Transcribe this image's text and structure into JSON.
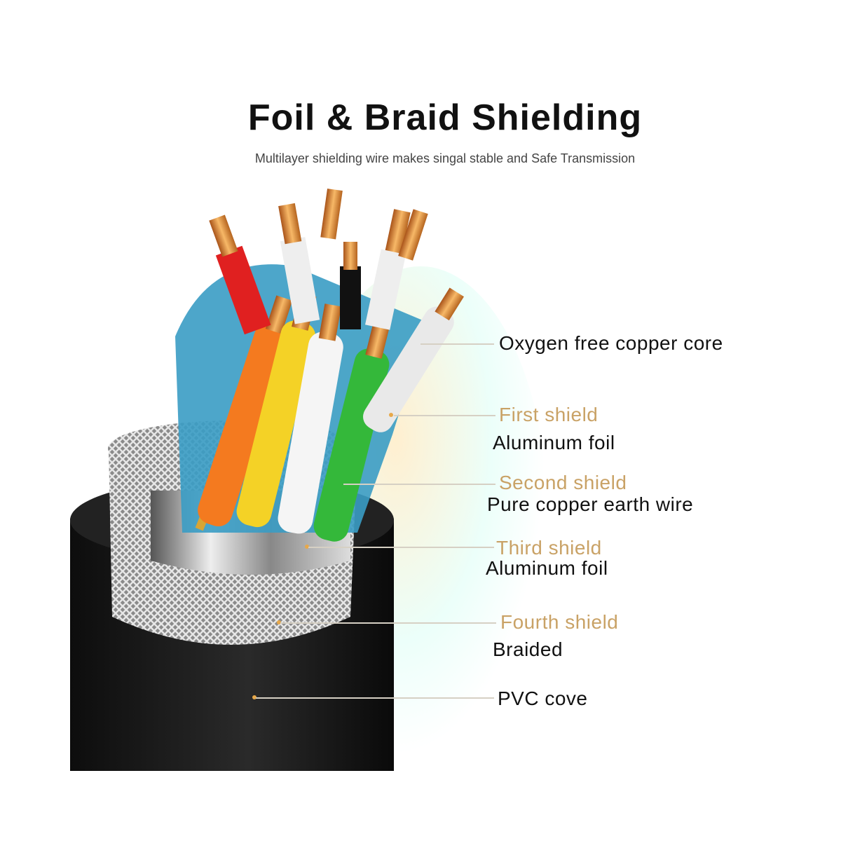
{
  "title": "Foil & Braid Shielding",
  "subtitle": "Multilayer shielding wire makes singal stable and Safe Transmission",
  "labels": {
    "core": "Oxygen free copper core",
    "first_heading": "First shield",
    "first_desc": "Aluminum foil",
    "second_heading": "Second shield",
    "second_desc": "Pure copper earth wire",
    "third_heading": "Third shield",
    "third_desc": "Aluminum foil",
    "fourth_heading": "Fourth shield",
    "fourth_desc": "Braided",
    "jacket": "PVC cove"
  },
  "colors": {
    "accent_gold": "#c9a266",
    "copper": "#d9822b",
    "jacket": "#1a1a1a",
    "foil": "#3a9cc4"
  }
}
